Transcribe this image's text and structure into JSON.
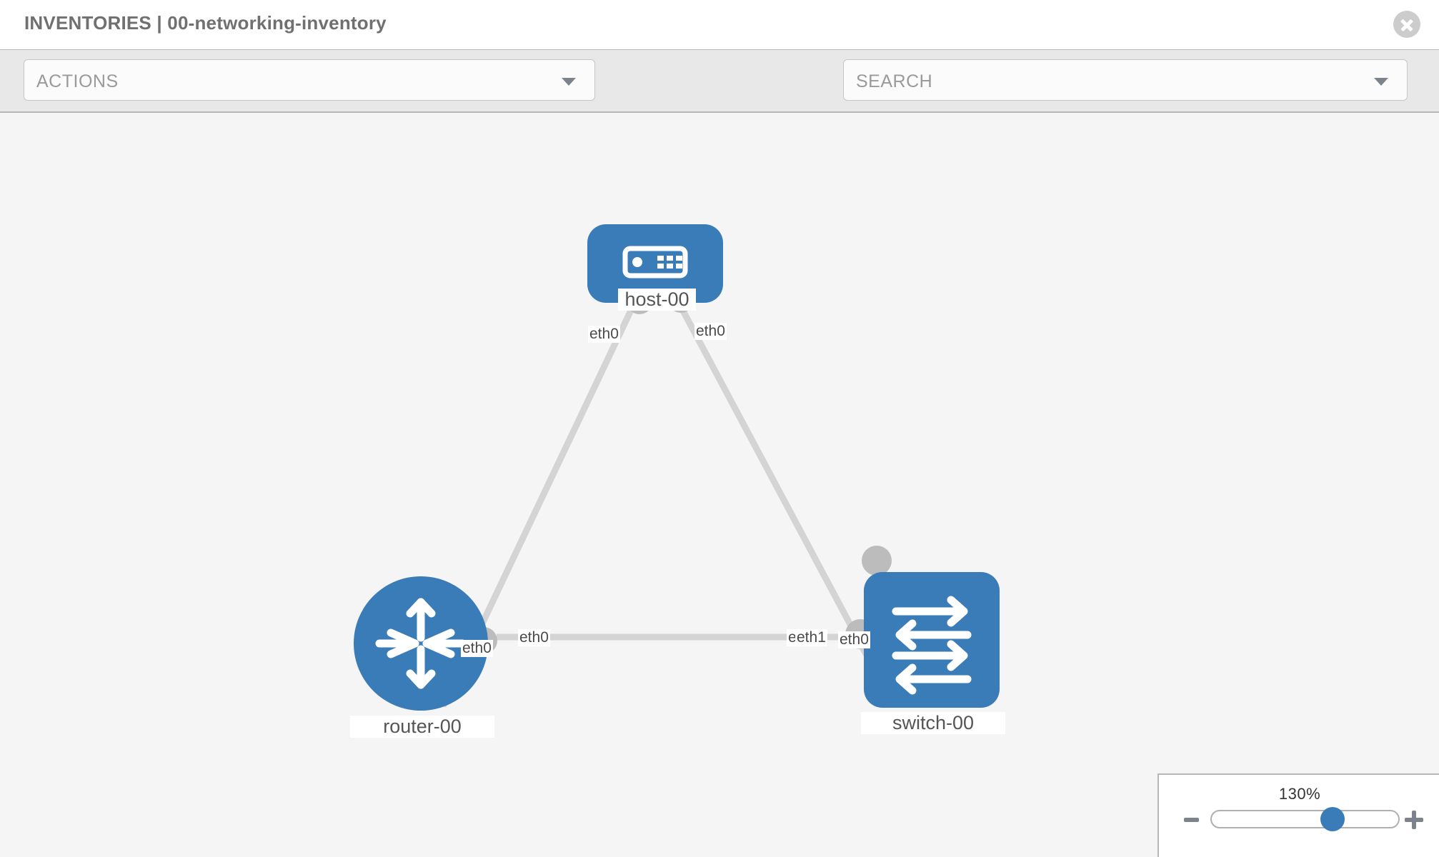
{
  "header": {
    "title": "INVENTORIES | 00-networking-inventory",
    "close_icon": "close-icon"
  },
  "toolbar": {
    "actions_label": "ACTIONS",
    "actions_caret": "chevron-down-icon",
    "wrench_icon": "wrench-icon",
    "key_icon": "key-icon",
    "search_placeholder": "SEARCH",
    "search_caret": "chevron-down-icon"
  },
  "topology": {
    "nodes": [
      {
        "id": "host-00",
        "label": "host-00",
        "type": "host",
        "shape": "rounded"
      },
      {
        "id": "router-00",
        "label": "router-00",
        "type": "router",
        "shape": "circle"
      },
      {
        "id": "switch-00",
        "label": "switch-00",
        "type": "switch",
        "shape": "rounded"
      }
    ],
    "links": [
      {
        "from": "host-00",
        "from_iface": "eth0",
        "to": "router-00",
        "to_iface": "eth0"
      },
      {
        "from": "host-00",
        "from_iface": "eth0",
        "to": "switch-00",
        "to_iface": "eth0"
      },
      {
        "from": "router-00",
        "from_iface": "eth0",
        "to": "switch-00",
        "to_iface": "eth1"
      }
    ],
    "interface_labels": {
      "host_left": "eth0",
      "host_right": "eth0",
      "router_up": "eth0",
      "switch_up": "eth0",
      "router_right": "eth0",
      "switch_left_hidden": "eth",
      "switch_left": "eth1"
    },
    "node_color": "#3a7cb8",
    "link_color": "#d4d4d4",
    "nub_color": "#bcbcbc"
  },
  "zoom_control": {
    "value": "130%",
    "minus_label": "minus-icon",
    "plus_label": "plus-icon",
    "slider_position_percent": 62
  }
}
